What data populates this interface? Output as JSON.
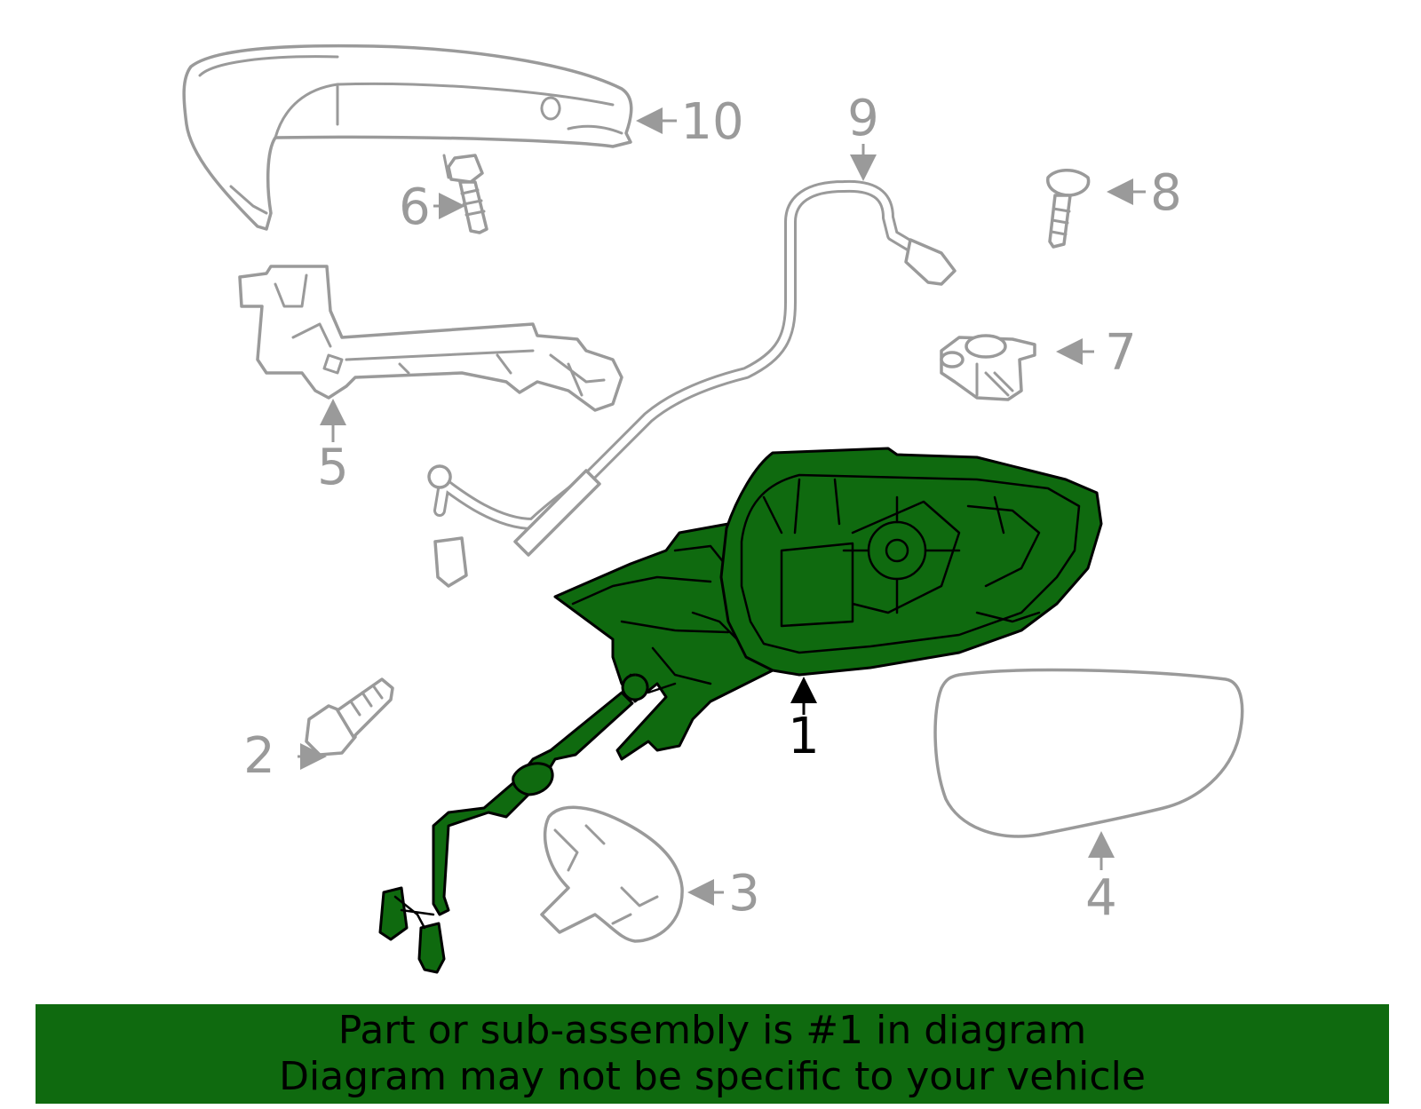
{
  "colors": {
    "highlight": "#0f6a0f",
    "ghost": "#9a9a9a",
    "banner_bg": "#0f6a0f"
  },
  "callouts": {
    "c1": "1",
    "c2": "2",
    "c3": "3",
    "c4": "4",
    "c5": "5",
    "c6": "6",
    "c7": "7",
    "c8": "8",
    "c9": "9",
    "c10": "10"
  },
  "highlighted_part": "1",
  "banner": {
    "line1": "Part or sub-assembly is #1 in diagram",
    "line2": "Diagram may not be specific to your vehicle"
  }
}
